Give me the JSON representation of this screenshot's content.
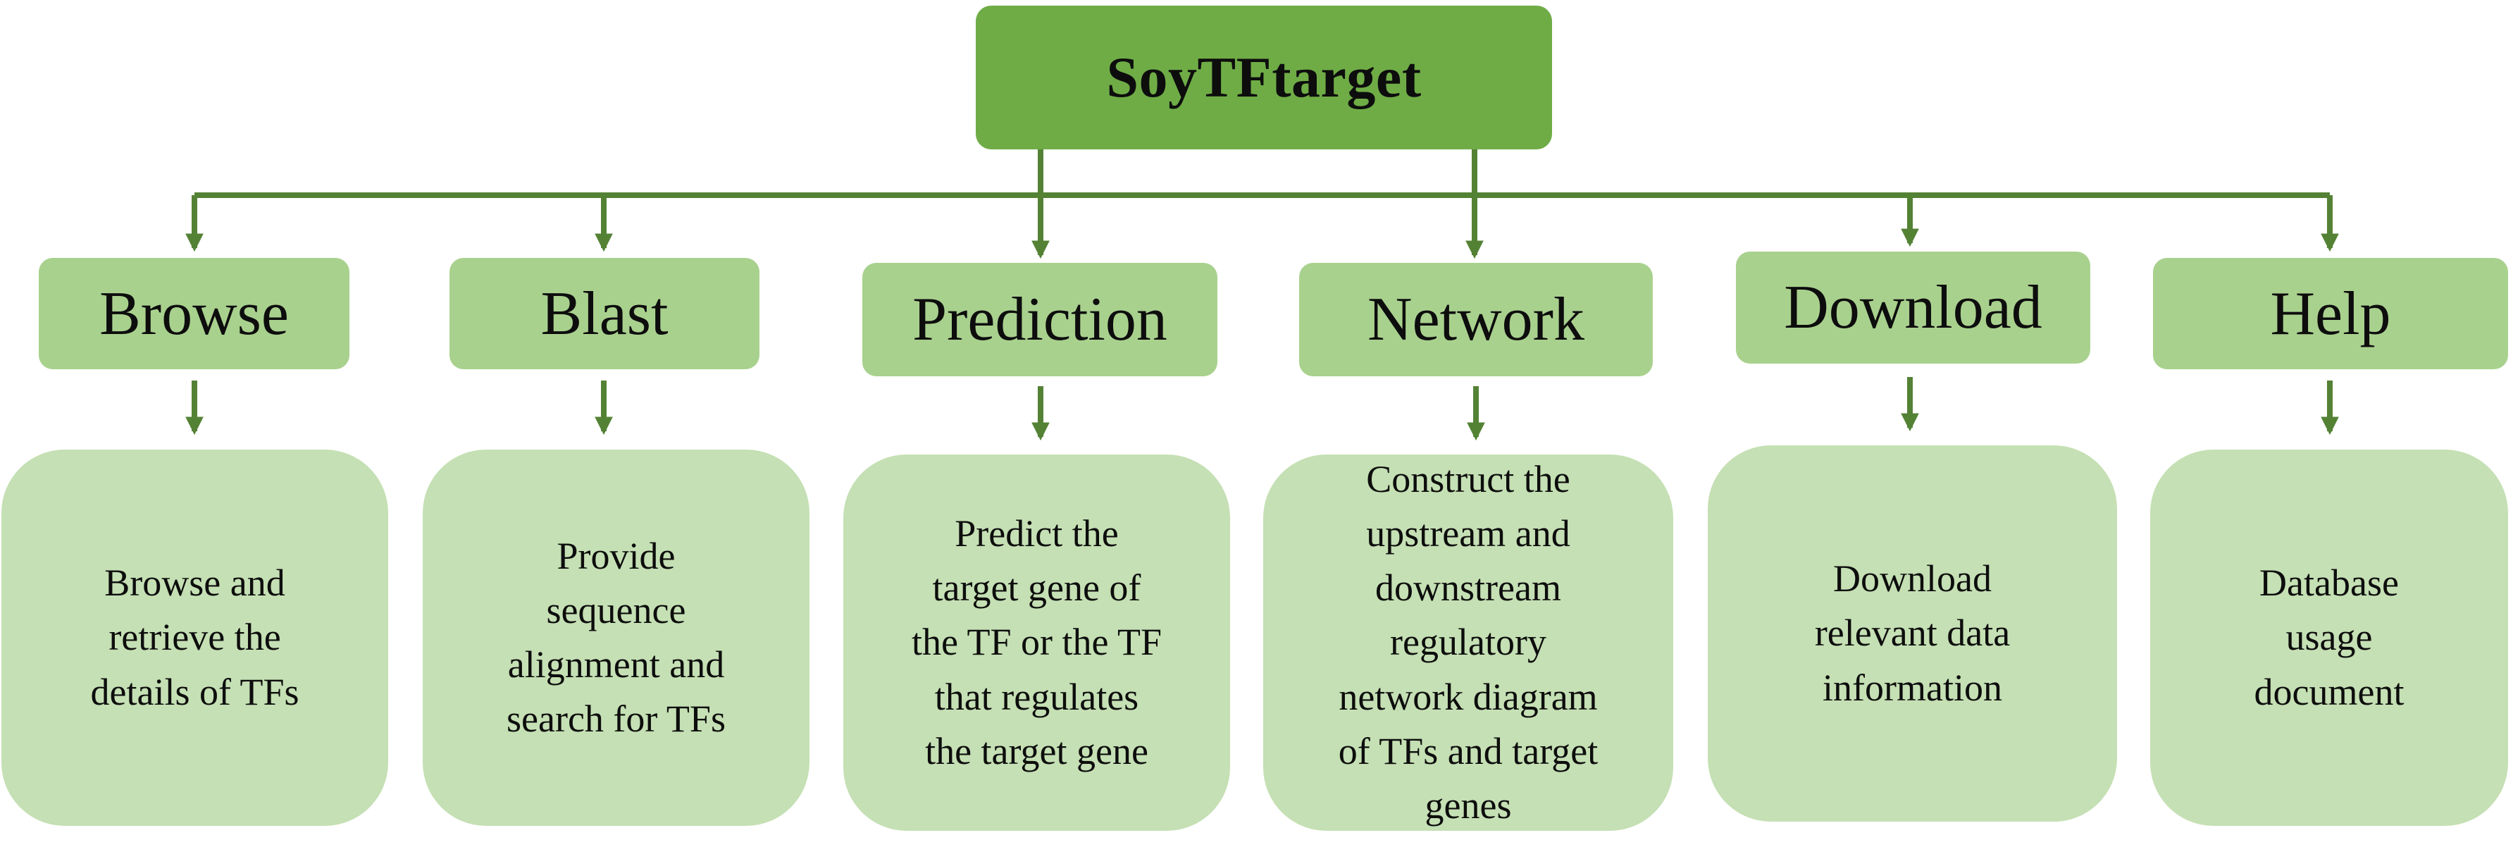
{
  "colors": {
    "root_fill": "#6fac46",
    "module_fill": "#a9d18e",
    "description_fill": "#c5e0b4",
    "connector": "#548235"
  },
  "root": {
    "title": "SoyTFtarget"
  },
  "modules": [
    {
      "label": "Browse",
      "description": "Browse and\nretrieve the\ndetails of TFs"
    },
    {
      "label": "Blast",
      "description": "Provide\nsequence\nalignment and\nsearch for TFs"
    },
    {
      "label": "Prediction",
      "description": "Predict the\ntarget gene of\nthe TF or the TF\nthat regulates\nthe target gene"
    },
    {
      "label": "Network",
      "description": "Construct the\nupstream and\ndownstream\nregulatory\nnetwork diagram\nof TFs and target\ngenes"
    },
    {
      "label": "Download",
      "description": "Download\nrelevant data\ninformation"
    },
    {
      "label": "Help",
      "description": "Database\nusage\ndocument"
    }
  ]
}
